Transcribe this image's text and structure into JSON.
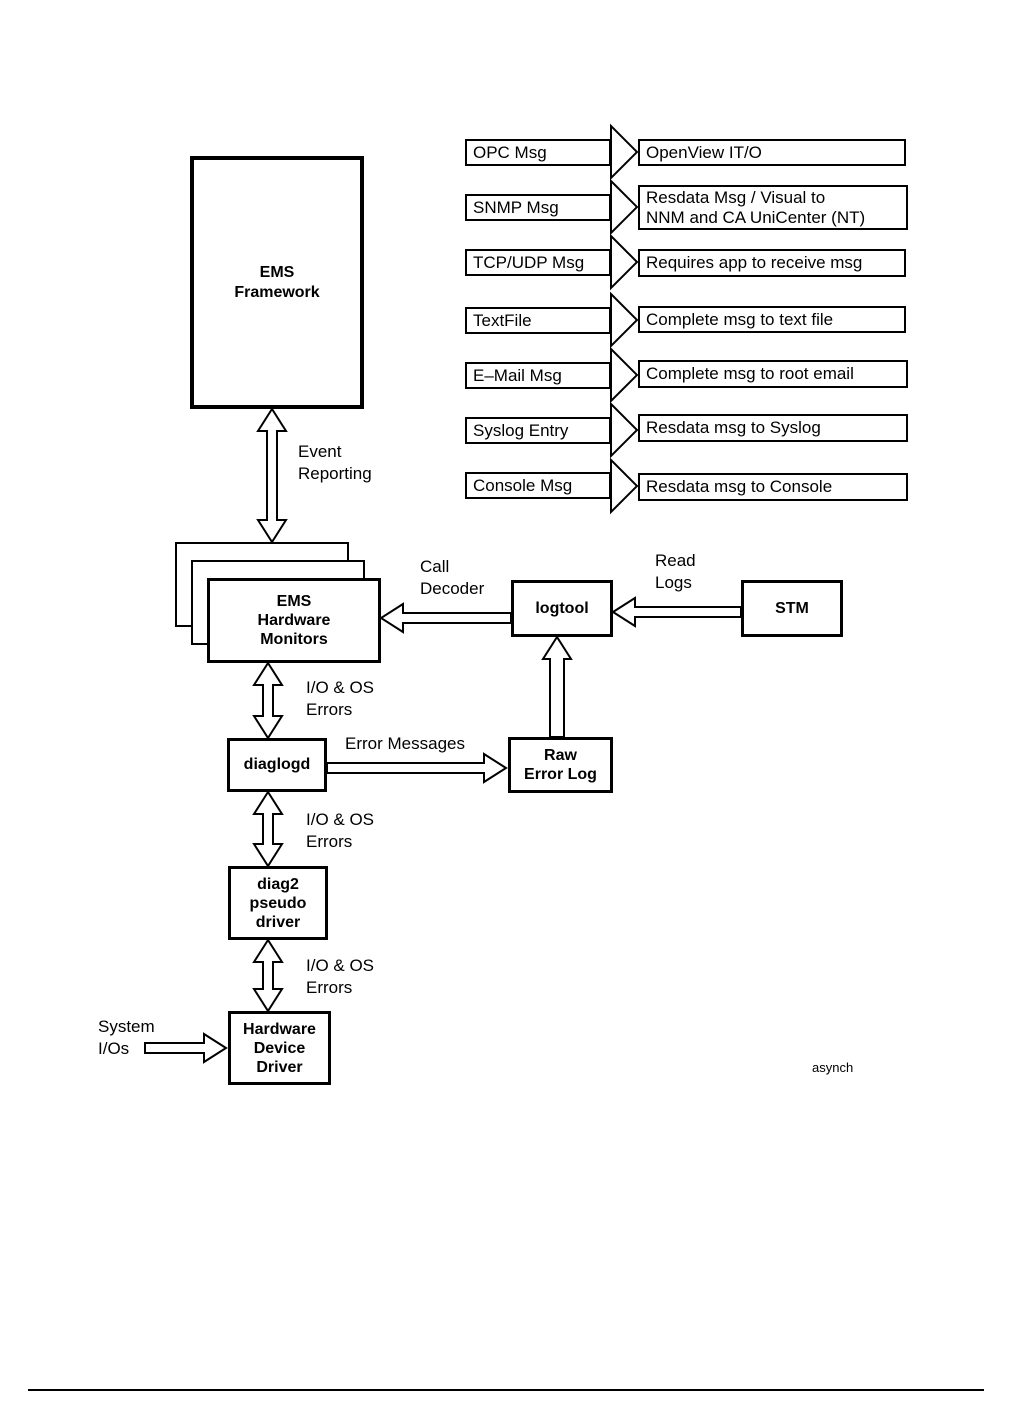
{
  "nodes": {
    "ems_framework": "EMS\nFramework",
    "ems_hardware_monitors": "EMS\nHardware\nMonitors",
    "logtool": "logtool",
    "stm": "STM",
    "diaglogd": "diaglogd",
    "raw_error_log": "Raw\nError Log",
    "diag2_pseudo_driver": "diag2\npseudo\ndriver",
    "hardware_device_driver": "Hardware\nDevice\nDriver"
  },
  "outputs": [
    {
      "msg": "OPC Msg",
      "desc": "OpenView IT/O"
    },
    {
      "msg": "SNMP Msg",
      "desc": "Resdata Msg / Visual to\nNNM and CA UniCenter (NT)"
    },
    {
      "msg": "TCP/UDP Msg",
      "desc": "Requires app to receive msg"
    },
    {
      "msg": "TextFile",
      "desc": "Complete msg to text file"
    },
    {
      "msg": "E–Mail Msg",
      "desc": "Complete msg to root email"
    },
    {
      "msg": "Syslog Entry",
      "desc": "Resdata msg to Syslog"
    },
    {
      "msg": "Console Msg",
      "desc": "Resdata msg to Console"
    }
  ],
  "edge_labels": {
    "event_reporting": "Event\nReporting",
    "call_decoder": "Call\nDecoder",
    "read_logs": "Read\nLogs",
    "io_os_errors_top": "I/O & OS\nErrors",
    "io_os_errors_mid": "I/O & OS\nErrors",
    "io_os_errors_bottom": "I/O & OS\nErrors",
    "error_messages": "Error Messages",
    "system_ios": "System\nI/Os"
  },
  "footnote": "asynch",
  "colors": {
    "ink": "#000000",
    "paper": "#ffffff"
  }
}
